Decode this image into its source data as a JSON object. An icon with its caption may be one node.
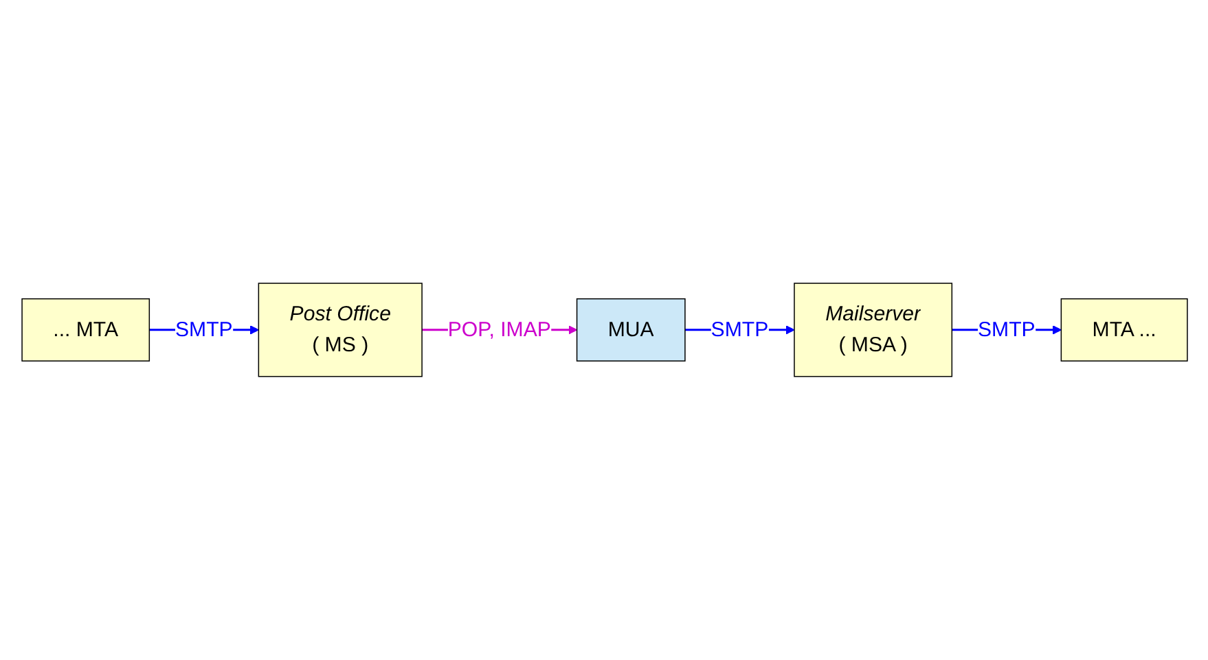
{
  "diagram": {
    "nodes": [
      {
        "text": [
          "MUA"
        ]
      },
      {
        "text": [
          "Mailserver",
          "( MSA )"
        ]
      },
      {
        "text": [
          "MTA ..."
        ]
      },
      {
        "text": [
          "Post Office",
          "( MS )"
        ]
      },
      {
        "text": [
          "... MTA"
        ]
      }
    ],
    "edges": [
      {
        "from": 0,
        "to": 1,
        "arrow": "to",
        "label": "SMTP"
      },
      {
        "from": 1,
        "to": 2,
        "arrow": "to",
        "label": "SMTP"
      },
      {
        "from": 4,
        "to": 3,
        "arrow": "to",
        "label": "SMTP"
      },
      {
        "from": 3,
        "to": 0,
        "arrow": "to",
        "label": "POP, IMAP",
        "color": "#cc00cc"
      }
    ]
  }
}
